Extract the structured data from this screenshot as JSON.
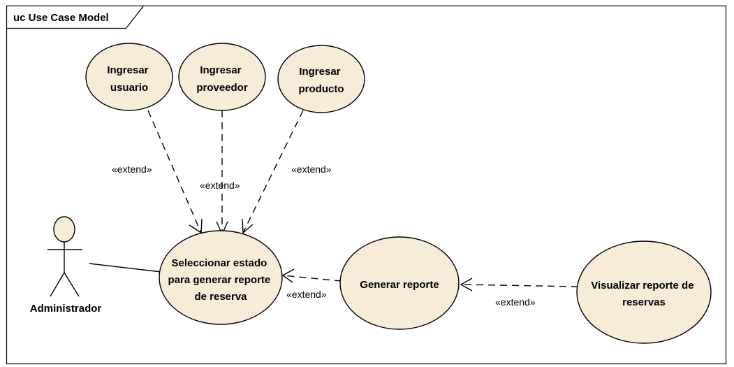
{
  "frame": {
    "title": "uc Use Case Model"
  },
  "colors": {
    "usecase_fill": "#f6ecd8",
    "line": "#000000",
    "background": "#ffffff"
  },
  "actor": {
    "name": "Administrador"
  },
  "use_cases": {
    "ingresar_usuario": [
      "Ingresar",
      "usuario"
    ],
    "ingresar_proveedor": [
      "Ingresar",
      "proveedor"
    ],
    "ingresar_producto": [
      "Ingresar",
      "producto"
    ],
    "seleccionar_estado": [
      "Seleccionar estado",
      "para generar reporte",
      "de reserva"
    ],
    "generar_reporte": [
      "Generar reporte"
    ],
    "visualizar_reporte": [
      "Visualizar reporte de",
      "reservas"
    ]
  },
  "relations": {
    "extend_usuario": "«extend»",
    "extend_proveedor": "«extend»",
    "extend_producto": "«extend»",
    "extend_generar": "«extend»",
    "extend_visualizar": "«extend»"
  }
}
